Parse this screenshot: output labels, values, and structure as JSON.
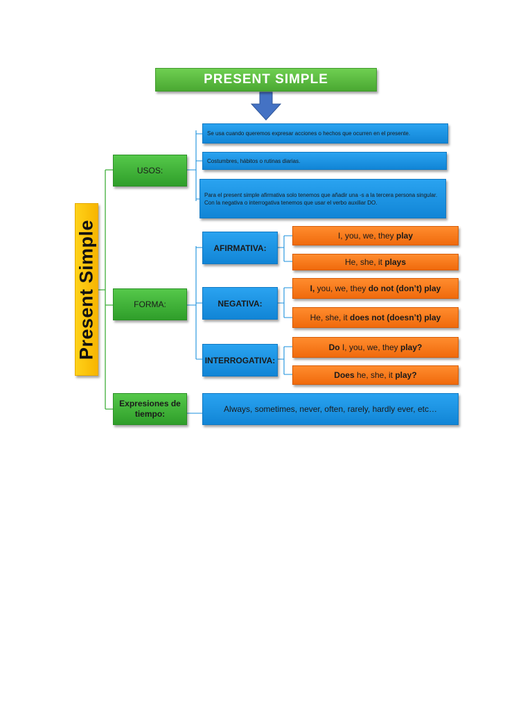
{
  "title": "PRESENT SIMPLE",
  "side_label": "Present Simple",
  "usos": {
    "label": "USOS:",
    "items": [
      "Se usa cuando queremos expresar acciones o hechos que ocurren en el presente.",
      "Costumbres, hábitos o rutinas diarias.",
      "Para el present simple afirmativa solo tenemos que añadir una -s a la tercera persona singular. Con la negativa o interrogativa tenemos que usar el verbo auxiliar DO."
    ]
  },
  "forma": {
    "label": "FORMA:",
    "afirmativa": {
      "label": "AFIRMATIVA:",
      "ex1": {
        "a": "I, you, we, they ",
        "b": "play"
      },
      "ex2": {
        "a": "He, she, it ",
        "b": "plays"
      }
    },
    "negativa": {
      "label": "NEGATIVA:",
      "ex1": {
        "b1": "I, ",
        "a": "you, we, they ",
        "b": "do not (don’t) play"
      },
      "ex2": {
        "a": "He, she, it ",
        "b": "does not (doesn’t) play"
      }
    },
    "interrogativa": {
      "label": "INTERROGATIVA:",
      "ex1": {
        "b1": "Do",
        "a": " I, you, we, they ",
        "b": "play?"
      },
      "ex2": {
        "b1": "Does",
        "a": " he, she, it ",
        "b": "play?"
      }
    }
  },
  "expresiones": {
    "label": "Expresiones de tiempo:",
    "text": "Always, sometimes, never, often, rarely, hardly ever, etc…"
  },
  "colors": {
    "green": "#3cb335",
    "blue": "#1a94e4",
    "orange": "#f47b1f",
    "yellow": "#f9c10e",
    "arrow": "#4472c4"
  }
}
